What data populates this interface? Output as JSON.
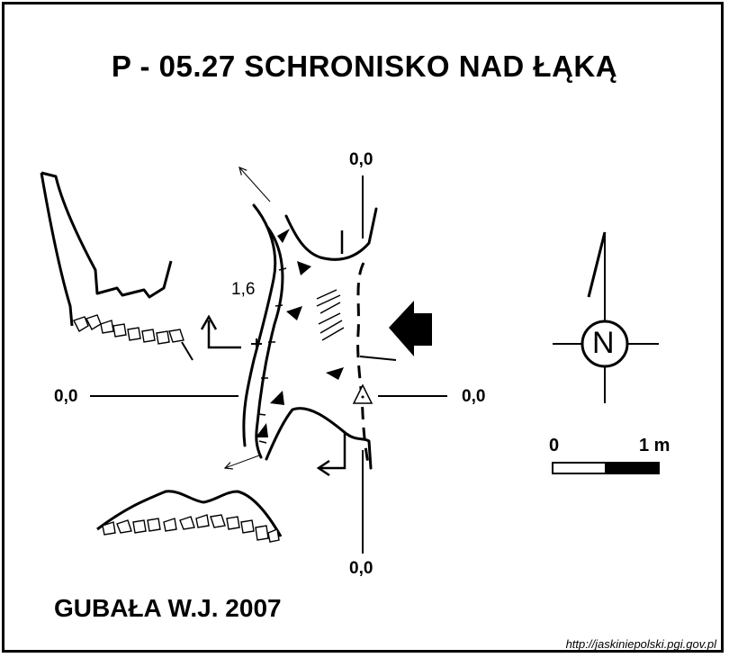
{
  "title": "P - 05.27  SCHRONISKO NAD ŁĄKĄ",
  "labels": {
    "top_zero": "0,0",
    "bottom_zero": "0,0",
    "left_zero": "0,0",
    "right_zero": "0,0",
    "height": "1,6"
  },
  "compass": {
    "letter": "N"
  },
  "scale": {
    "start": "0",
    "end": "1 m"
  },
  "author": "GUBAŁA W.J. 2007",
  "source": "http://jaskiniepolski.pgi.gov.pl"
}
